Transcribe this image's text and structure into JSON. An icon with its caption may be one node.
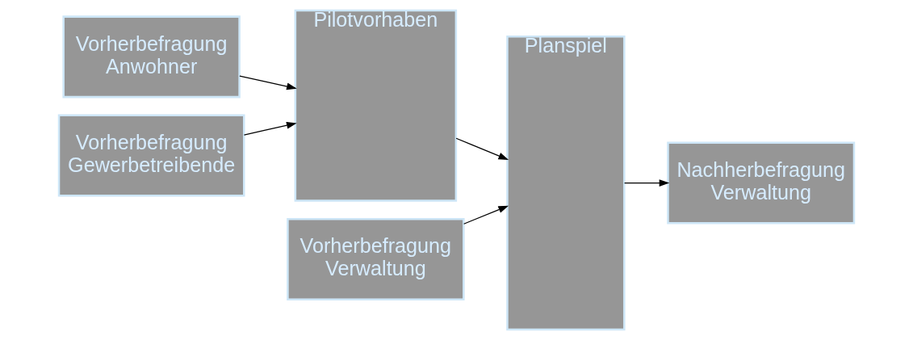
{
  "diagram": {
    "nodes": [
      {
        "text": [
          "Vorherbefragung Anwohner"
        ]
      },
      {
        "text": [
          "Vorherbefragung Gewerbetreibende"
        ]
      },
      {
        "text": [
          "Vorherbefragung Verwaltung"
        ]
      },
      {
        "text": [
          "Pilotvorhaben"
        ]
      },
      {
        "text": [
          "Planspiel"
        ]
      },
      {
        "text": [
          "Nachherbefragung Verwaltung"
        ]
      }
    ],
    "edges": [
      {
        "from": 0,
        "to": 3,
        "arrow": "to"
      },
      {
        "from": 1,
        "to": 3,
        "arrow": "to"
      },
      {
        "from": 3,
        "to": 4,
        "arrow": "to"
      },
      {
        "from": 2,
        "to": 4,
        "arrow": "to"
      },
      {
        "from": 4,
        "to": 5,
        "arrow": "to"
      }
    ]
  }
}
